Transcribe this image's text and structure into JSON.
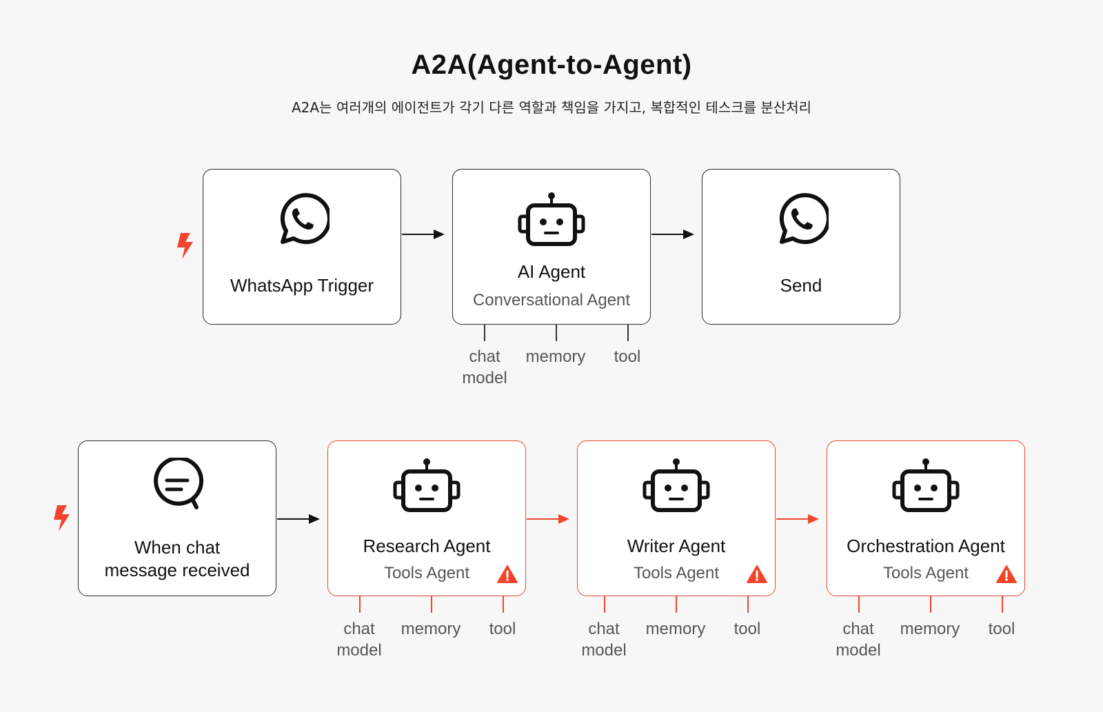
{
  "header": {
    "title": "A2A(Agent-to-Agent)",
    "subtitle": "A2A는 여러개의 에이전트가 각기 다른 역할과 책임을 가지고, 복합적인 테스크를 분산처리"
  },
  "colors": {
    "accent": "#f0452d",
    "border": "#2a2a2a",
    "background": "#f7f7f7"
  },
  "flow1": {
    "trigger": {
      "label": "WhatsApp Trigger",
      "icon": "whatsapp-icon"
    },
    "agent": {
      "label": "AI Agent",
      "sublabel": "Conversational Agent",
      "icon": "robot-icon",
      "ports": {
        "chat_model": "chat\nmodel",
        "memory": "memory",
        "tool": "tool"
      }
    },
    "send": {
      "label": "Send",
      "icon": "whatsapp-icon"
    }
  },
  "flow2": {
    "trigger": {
      "label": "When chat\nmessage received",
      "icon": "chat-bubble-icon"
    },
    "agents": [
      {
        "label": "Research Agent",
        "sublabel": "Tools Agent",
        "icon": "robot-icon",
        "status": "warning",
        "ports": {
          "chat_model": "chat\nmodel",
          "memory": "memory",
          "tool": "tool"
        }
      },
      {
        "label": "Writer Agent",
        "sublabel": "Tools Agent",
        "icon": "robot-icon",
        "status": "warning",
        "ports": {
          "chat_model": "chat\nmodel",
          "memory": "memory",
          "tool": "tool"
        }
      },
      {
        "label": "Orchestration Agent",
        "sublabel": "Tools Agent",
        "icon": "robot-icon",
        "status": "warning",
        "ports": {
          "chat_model": "chat\nmodel",
          "memory": "memory",
          "tool": "tool"
        }
      }
    ]
  }
}
